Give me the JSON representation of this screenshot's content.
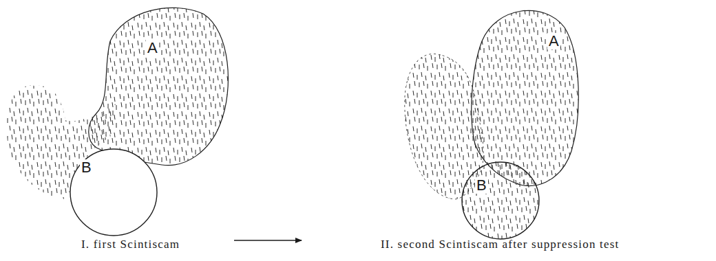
{
  "diagram": {
    "nodes": [
      {
        "text": [
          "I. first Scintiscam"
        ]
      },
      {
        "text": [
          "A"
        ],
        "in": 0
      },
      {
        "text": [
          "B"
        ],
        "in": 0
      },
      {
        "text": [
          "II. second Scintiscam after suppression test"
        ]
      },
      {
        "text": [
          "A"
        ],
        "in": 3
      },
      {
        "text": [
          "B"
        ],
        "in": 3
      }
    ],
    "edges": [
      {
        "from": 0,
        "to": 3,
        "arrow": "to"
      }
    ]
  }
}
